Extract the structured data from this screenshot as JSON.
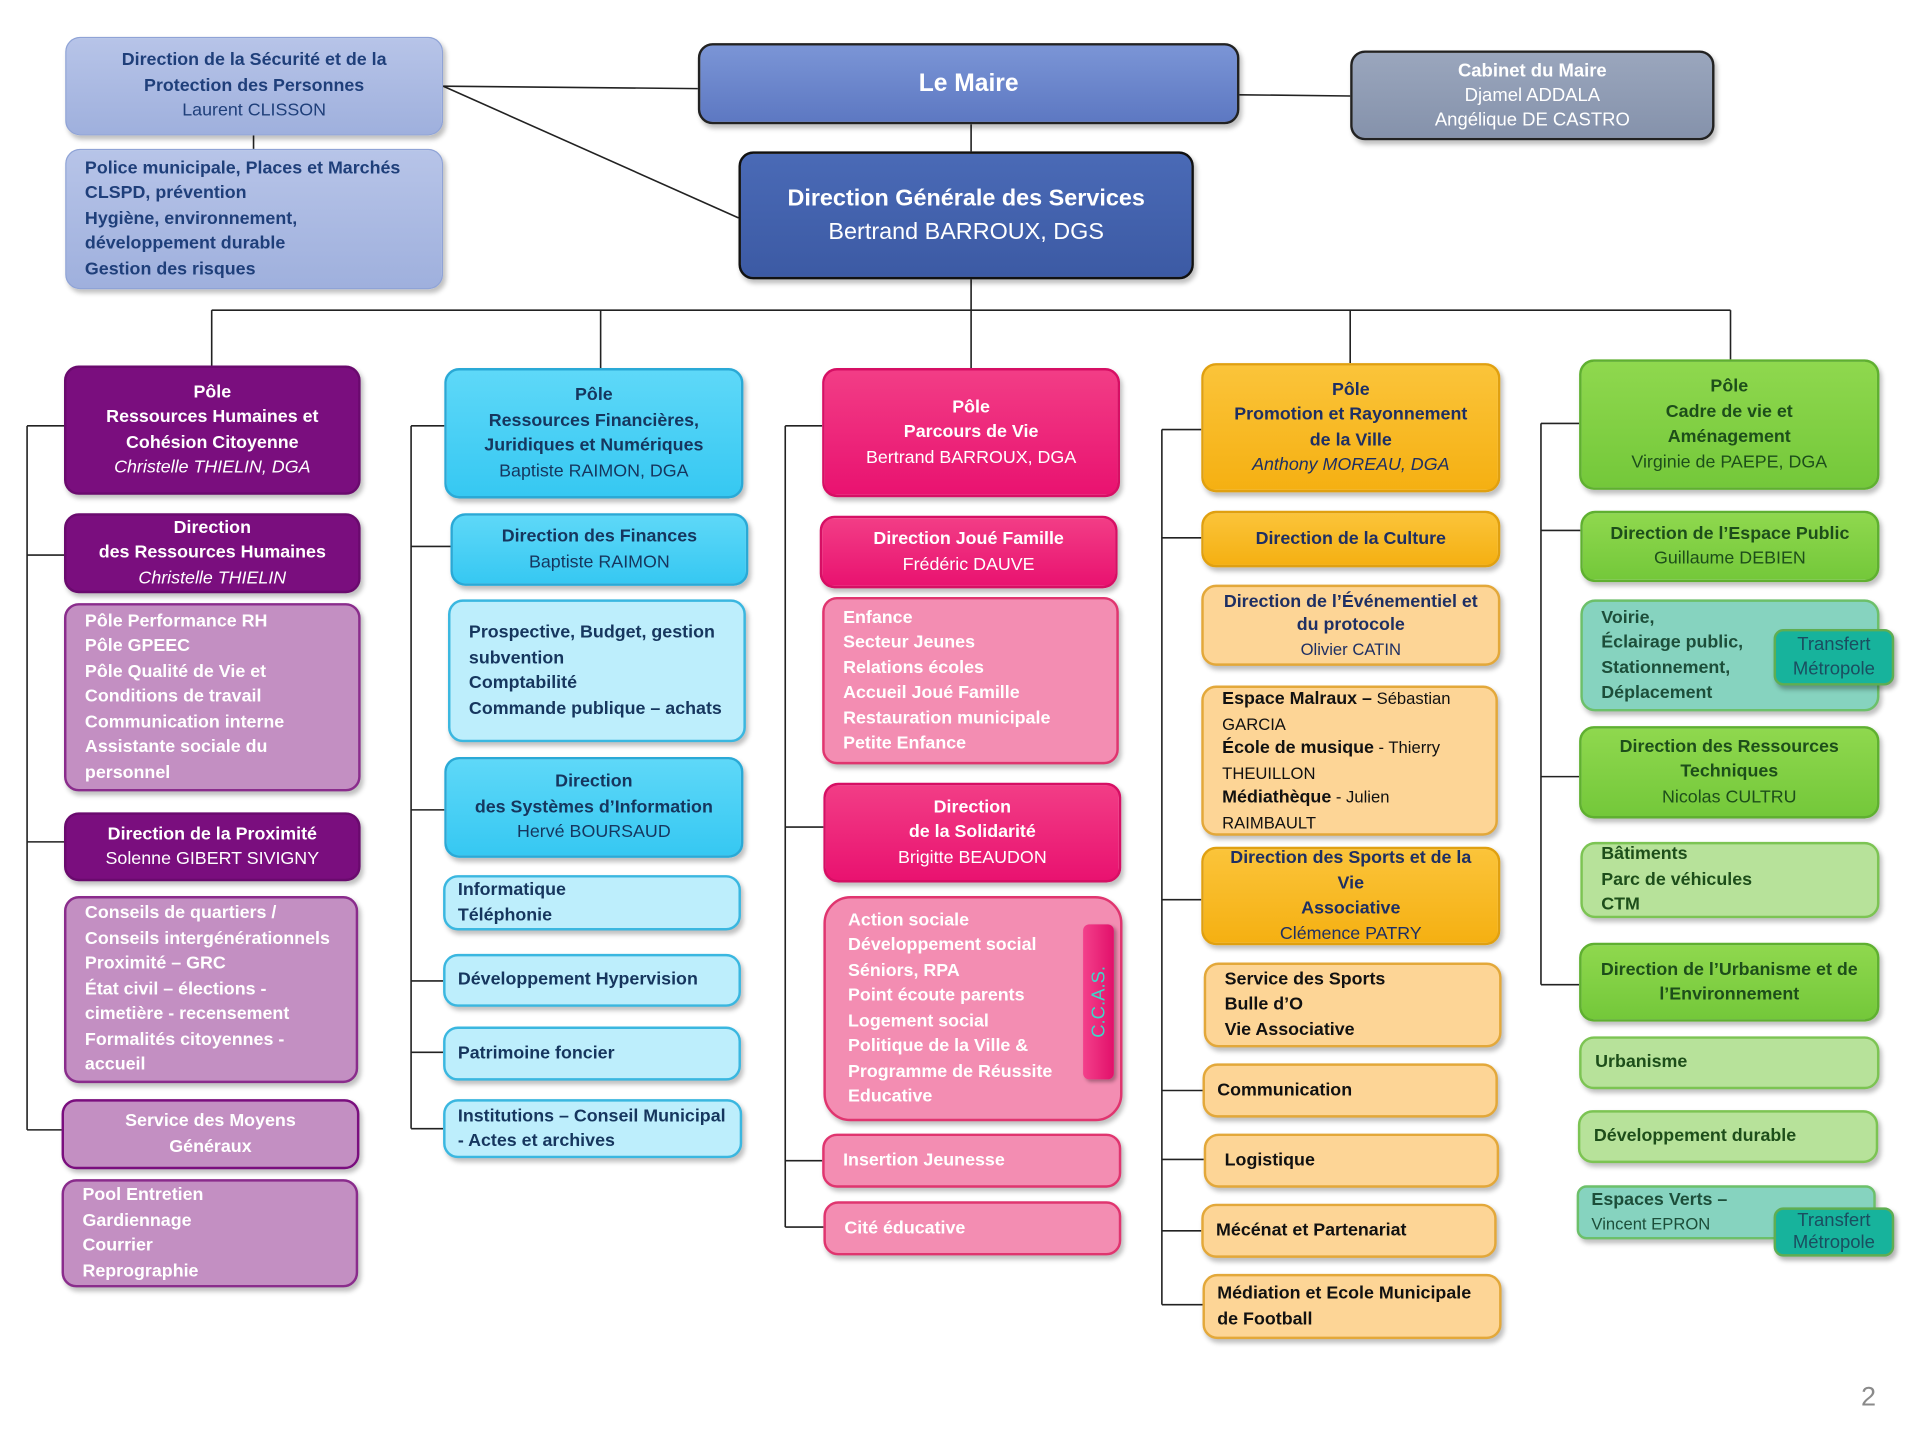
{
  "top": {
    "securite": {
      "lines": [
        "Direction de la Sécurité et de la",
        "Protection des Personnes"
      ],
      "name": "Laurent CLISSON"
    },
    "securite_services": [
      "Police municipale, Places et Marchés",
      "CLSPD, prévention",
      "Hygiène, environnement,",
      "développement durable",
      "Gestion des  risques"
    ],
    "maire": "Le Maire",
    "cabinet": [
      "Cabinet du Maire",
      "Djamel ADDALA",
      "Angélique DE CASTRO"
    ],
    "dgs": {
      "title": "Direction Générale des Services",
      "name": "Bertrand BARROUX, DGS"
    }
  },
  "col1": {
    "pole": [
      "Pôle",
      "Ressources Humaines et",
      "Cohésion Citoyenne",
      "Christelle THIELIN, DGA"
    ],
    "drh": [
      "Direction",
      "des Ressources Humaines",
      "Christelle THIELIN"
    ],
    "drh_services": [
      "Pôle Performance RH",
      "Pôle GPEEC",
      "Pôle Qualité de Vie et",
      "Conditions de travail",
      "Communication interne",
      "Assistante sociale du",
      "personnel"
    ],
    "proximite": [
      "Direction de la Proximité",
      "Solenne GIBERT SIVIGNY"
    ],
    "proximite_services": [
      "Conseils de quartiers /",
      "Conseils intergénérationnels",
      "Proximité – GRC",
      "État civil – élections -",
      "cimetière - recensement",
      "Formalités citoyennes -",
      "accueil"
    ],
    "moyens": [
      "Service des Moyens",
      "Généraux"
    ],
    "moyens_services": [
      "Pool Entretien",
      "Gardiennage",
      "Courrier",
      "Reprographie"
    ]
  },
  "col2": {
    "pole": [
      "Pôle",
      "Ressources Financières,",
      "Juridiques et Numériques",
      "Baptiste RAIMON, DGA"
    ],
    "finances": [
      "Direction des Finances",
      "Baptiste RAIMON"
    ],
    "finances_services": [
      "Prospective, Budget, gestion",
      "subvention",
      "Comptabilité",
      "Commande publique – achats"
    ],
    "dsi": [
      "Direction",
      "des Systèmes d’Information",
      "Hervé BOURSAUD"
    ],
    "informatique": [
      "Informatique",
      "Téléphonie"
    ],
    "hypervision": "Développement Hypervision",
    "patrimoine": "Patrimoine foncier",
    "institutions": [
      "Institutions – Conseil Municipal",
      "- Actes et archives"
    ]
  },
  "col3": {
    "pole": [
      "Pôle",
      "Parcours de Vie",
      "Bertrand BARROUX, DGA"
    ],
    "joue_famille": [
      "Direction  Joué Famille",
      "Frédéric DAUVE"
    ],
    "famille_services": [
      "Enfance",
      "Secteur Jeunes",
      "Relations écoles",
      "Accueil Joué Famille",
      "Restauration municipale",
      "Petite Enfance"
    ],
    "solidarite": [
      "Direction",
      "de la Solidarité",
      "Brigitte BEAUDON"
    ],
    "solidarite_services": [
      "Action sociale",
      "Développement social",
      "Séniors, RPA",
      "Point écoute parents",
      "Logement social",
      "Politique de la Ville &",
      "Programme de Réussite",
      "Educative"
    ],
    "ccas": "C.C.A.S.",
    "insertion": "Insertion Jeunesse",
    "cite": "Cité éducative"
  },
  "col4": {
    "pole": [
      "Pôle",
      "Promotion et Rayonnement",
      "de la Ville",
      "Anthony MOREAU, DGA"
    ],
    "culture": "Direction de la Culture",
    "evenementiel": [
      "Direction de l’Événementiel et",
      "du protocole",
      "Olivier CATIN"
    ],
    "malraux": [
      {
        "bold": "Espace Malraux –",
        "normal": " Sébastian"
      },
      {
        "normal": "GARCIA"
      },
      {
        "bold": "École de musique",
        "normal": " - Thierry"
      },
      {
        "normal": "THEUILLON"
      },
      {
        "bold": "Médiathèque",
        "normal": " - Julien"
      },
      {
        "normal": "RAIMBAULT"
      }
    ],
    "sports": [
      "Direction des Sports et de la Vie",
      "Associative",
      "Clémence PATRY"
    ],
    "sports_services": [
      "Service des Sports",
      "Bulle d’O",
      "Vie Associative"
    ],
    "communication": "Communication",
    "logistique": "Logistique",
    "mecenat": "Mécénat et Partenariat",
    "mediation": [
      "Médiation et Ecole Municipale",
      "de Football"
    ]
  },
  "col5": {
    "pole": [
      "Pôle",
      "Cadre de vie et",
      "Aménagement",
      "Virginie de PAEPE, DGA"
    ],
    "espace_public": [
      "Direction de l’Espace Public",
      "Guillaume DEBIEN"
    ],
    "voirie": [
      "Voirie,",
      "Éclairage public,",
      "Stationnement,",
      "Déplacement"
    ],
    "techniques": [
      "Direction des Ressources",
      "Techniques",
      "Nicolas CULTRU"
    ],
    "batiments": [
      "Bâtiments",
      "Parc de véhicules",
      "CTM"
    ],
    "urbanisme": [
      "Direction de l’Urbanisme et de",
      "l’Environnement"
    ],
    "urbanisme_sub": "Urbanisme",
    "dev_durable": "Développement durable",
    "espaces_verts": {
      "title": "Espaces  Verts –",
      "name": "Vincent EPRON"
    },
    "transfert": [
      "Transfert",
      "Métropole"
    ]
  },
  "page_number": "2",
  "colors": {
    "maire": "#6a85cc",
    "dgs": "#3f5ea8",
    "pole_rh": "#7a0e7e",
    "pole_finances": "#36c8f2",
    "pole_parcours": "#e91270",
    "pole_promotion": "#f5b012",
    "pole_cadre": "#74c83a",
    "transfert": "#17b39c"
  }
}
